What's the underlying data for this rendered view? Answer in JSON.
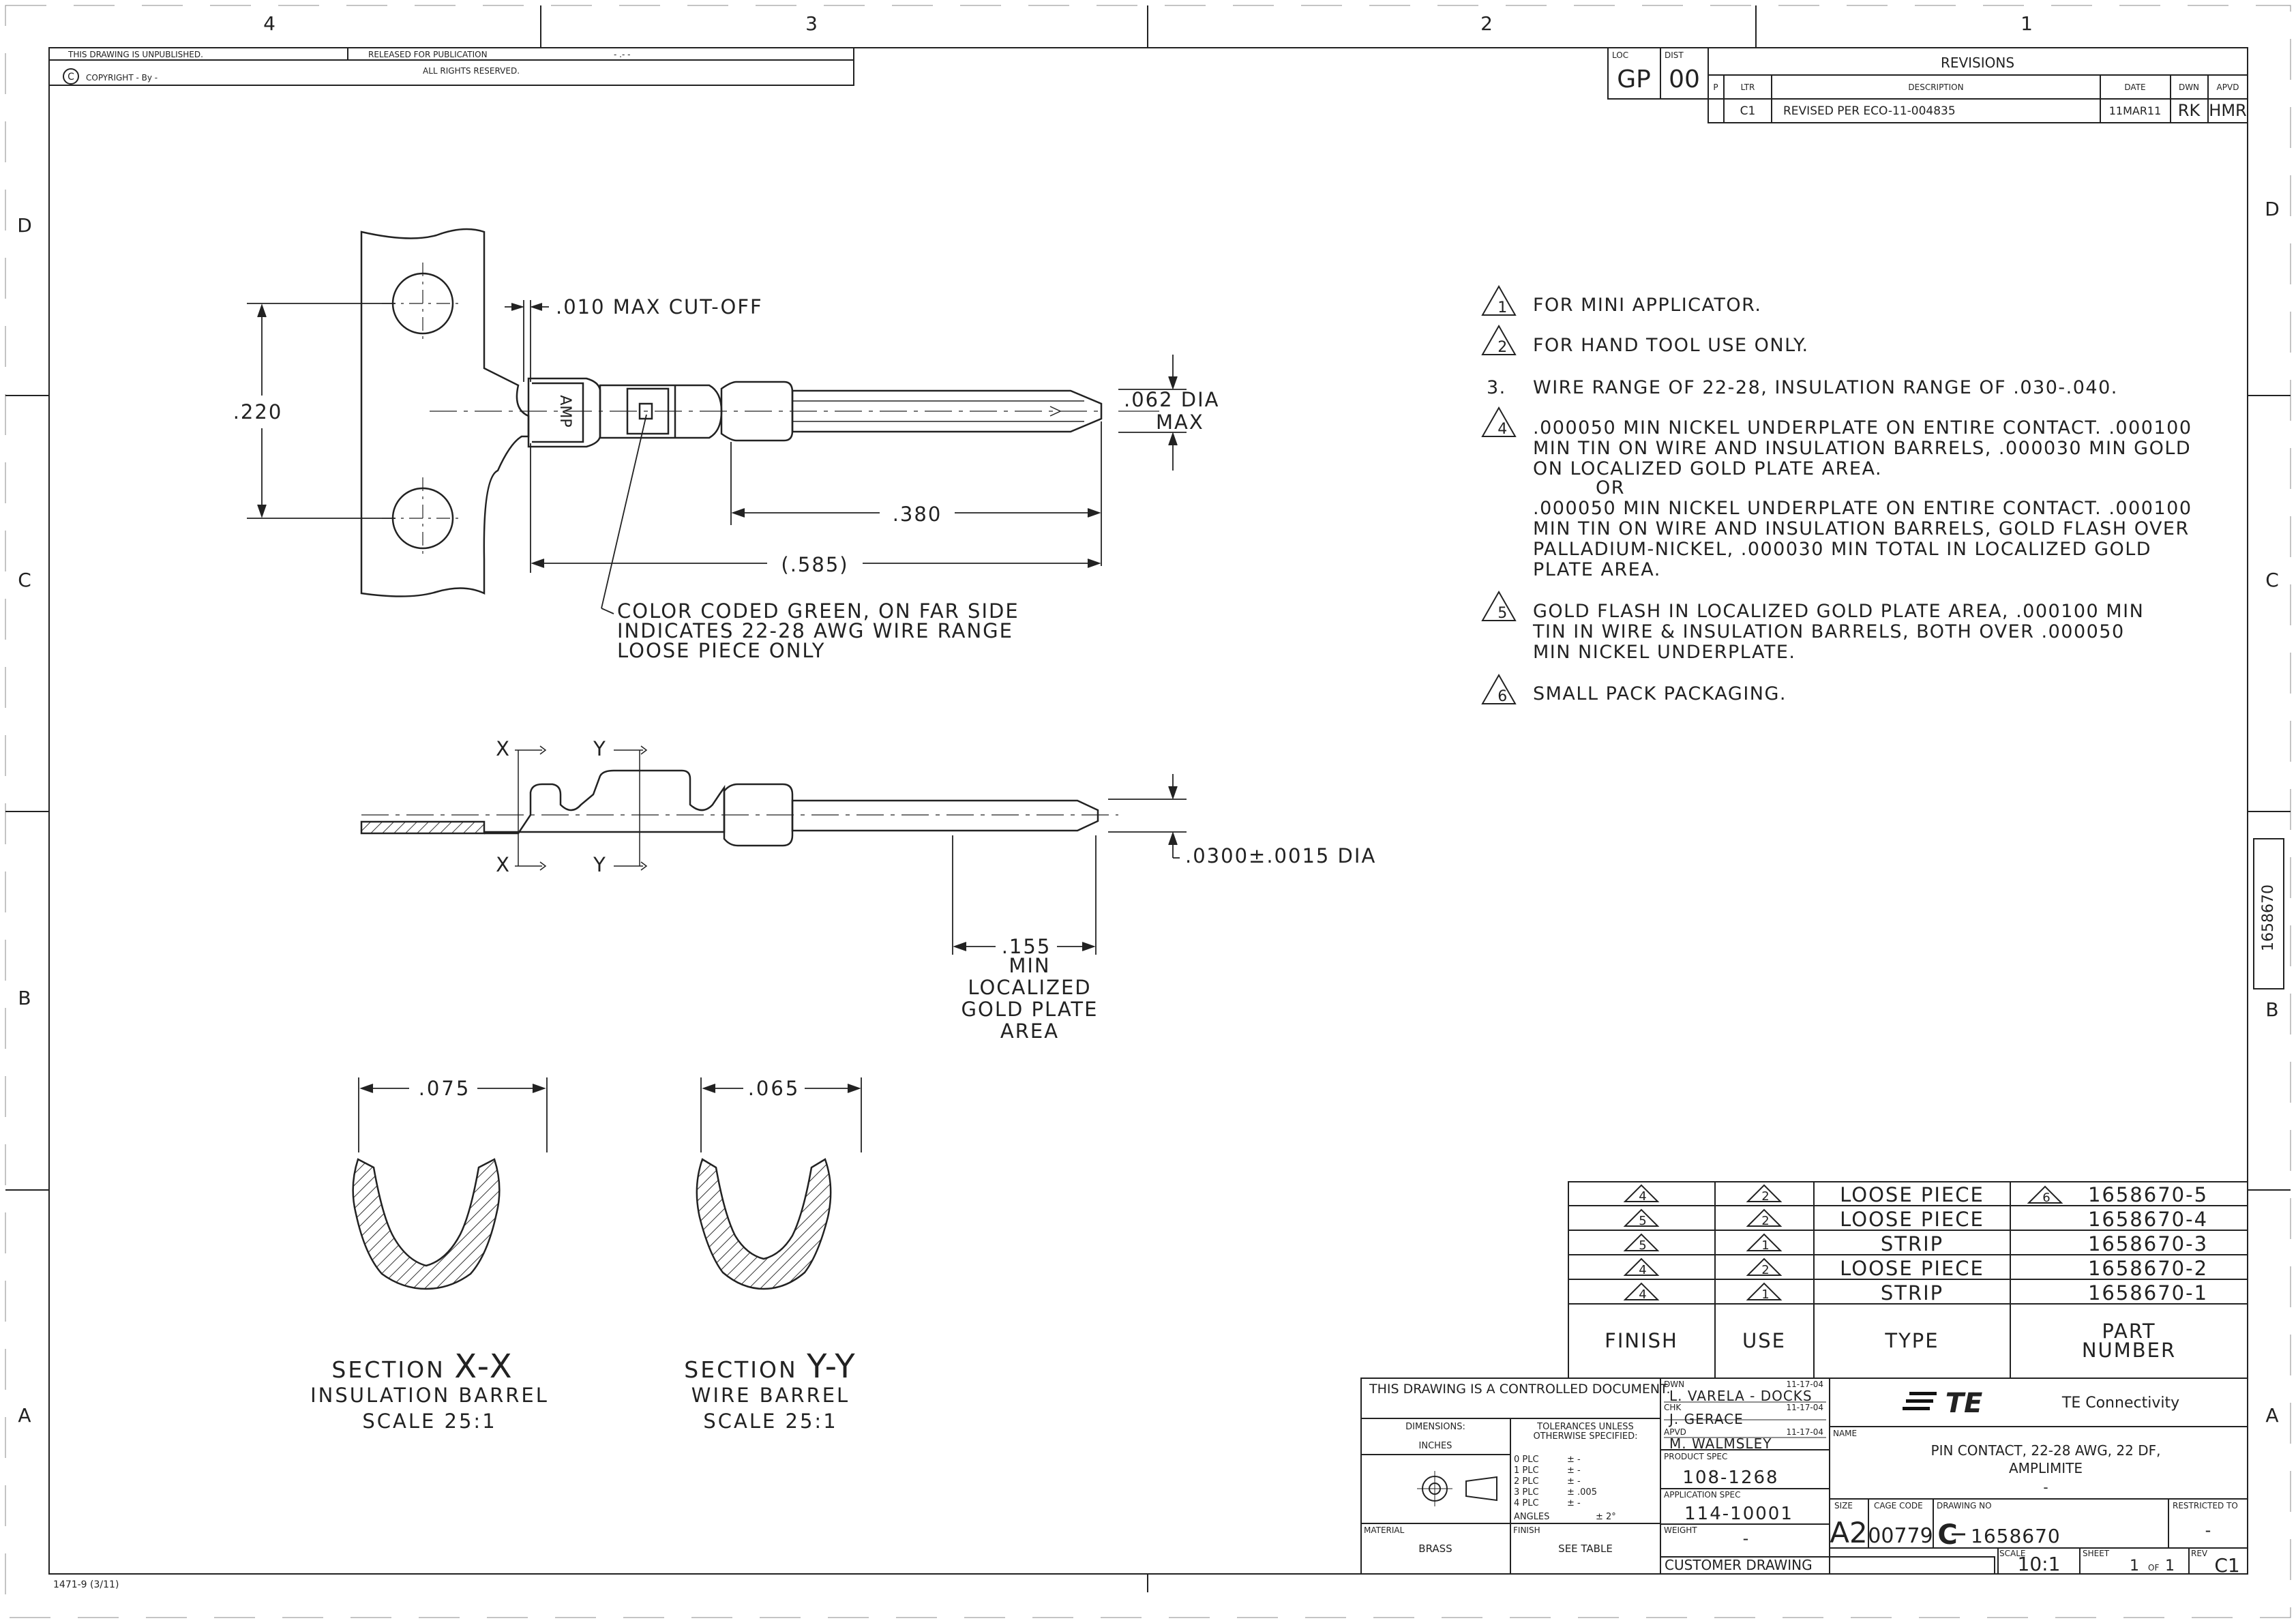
{
  "zones": {
    "cols": [
      "4",
      "3",
      "2",
      "1"
    ],
    "rows_left": [
      "D",
      "C",
      "B",
      "A"
    ],
    "rows_right": [
      "D",
      "C",
      "B",
      "A"
    ]
  },
  "publication_block": {
    "unpublished": "THIS DRAWING IS UNPUBLISHED.",
    "released": "RELEASED FOR PUBLICATION",
    "released_value": "- .-  -",
    "copyright": "COPYRIGHT  -    By  -",
    "rights": "ALL RIGHTS RESERVED."
  },
  "loc_dist": {
    "loc_label": "LOC",
    "loc": "GP",
    "dist_label": "DIST",
    "dist": "00"
  },
  "revisions": {
    "title": "REVISIONS",
    "headers": {
      "p": "P",
      "ltr": "LTR",
      "description": "DESCRIPTION",
      "date": "DATE",
      "dwn": "DWN",
      "apvd": "APVD"
    },
    "row": {
      "ltr": "C1",
      "description": "REVISED PER ECO-11-004835",
      "date": "11MAR11",
      "dwn": "RK",
      "apvd": "HMR"
    }
  },
  "top_view": {
    "dim_cutoff": ".010 MAX CUT-OFF",
    "dim_pitch": ".220",
    "mark_text": "AMP",
    "dim_dia": ".062 DIA",
    "dim_dia_max": "MAX",
    "dim_380": ".380",
    "dim_585": "(.585)",
    "note_line1": "COLOR CODED GREEN, ON FAR SIDE",
    "note_line2": "INDICATES 22-28 AWG WIRE RANGE",
    "note_line3": "LOOSE PIECE ONLY"
  },
  "side_view": {
    "x_label": "X",
    "y_label": "Y",
    "dim_pin_dia": ".0300±.0015 DIA",
    "dim_155": ".155",
    "dim_155_l2": "MIN",
    "dim_155_l3": "LOCALIZED",
    "dim_155_l4": "GOLD PLATE",
    "dim_155_l5": "AREA"
  },
  "sections": {
    "xx_dim": ".075",
    "xx_title_a": "SECTION",
    "xx_title_b": "X-X",
    "xx_sub": "INSULATION BARREL",
    "xx_scale": "SCALE 25:1",
    "yy_dim": ".065",
    "yy_title_a": "SECTION",
    "yy_title_b": "Y-Y",
    "yy_sub": "WIRE BARREL",
    "yy_scale": "SCALE 25:1"
  },
  "notes": [
    {
      "flag": "1",
      "lines": [
        "FOR MINI APPLICATOR."
      ]
    },
    {
      "flag": "2",
      "lines": [
        "FOR HAND TOOL USE ONLY."
      ]
    },
    {
      "num": "3.",
      "lines": [
        "WIRE RANGE OF 22-28, INSULATION RANGE OF .030-.040."
      ]
    },
    {
      "flag": "4",
      "lines": [
        ".000050 MIN NICKEL UNDERPLATE ON ENTIRE CONTACT. .000100",
        "MIN TIN ON WIRE AND INSULATION BARRELS, .000030 MIN GOLD",
        "ON LOCALIZED GOLD PLATE AREA.",
        "OR",
        ".000050 MIN NICKEL UNDERPLATE ON ENTIRE CONTACT. .000100",
        "MIN TIN ON WIRE AND INSULATION BARRELS, GOLD FLASH OVER",
        "PALLADIUM-NICKEL, .000030 MIN TOTAL IN LOCALIZED GOLD",
        "PLATE AREA."
      ]
    },
    {
      "flag": "5",
      "lines": [
        "GOLD FLASH IN LOCALIZED GOLD PLATE AREA, .000100 MIN",
        "TIN IN WIRE & INSULATION BARRELS, BOTH OVER .000050",
        "MIN NICKEL UNDERPLATE."
      ]
    },
    {
      "flag": "6",
      "lines": [
        "SMALL PACK PACKAGING."
      ]
    }
  ],
  "part_table": {
    "headers": {
      "finish": "FINISH",
      "use": "USE",
      "type": "TYPE",
      "part_a": "PART",
      "part_b": "NUMBER"
    },
    "rows": [
      {
        "finish": "4",
        "use": "2",
        "type": "LOOSE PIECE",
        "flag": "6",
        "part": "1658670-5"
      },
      {
        "finish": "5",
        "use": "2",
        "type": "LOOSE PIECE",
        "flag": "",
        "part": "1658670-4"
      },
      {
        "finish": "5",
        "use": "1",
        "type": "STRIP",
        "flag": "",
        "part": "1658670-3"
      },
      {
        "finish": "4",
        "use": "2",
        "type": "LOOSE PIECE",
        "flag": "",
        "part": "1658670-2"
      },
      {
        "finish": "4",
        "use": "1",
        "type": "STRIP",
        "flag": "",
        "part": "1658670-1"
      }
    ]
  },
  "title_block": {
    "controlled": "THIS DRAWING IS A CONTROLLED DOCUMENT.",
    "dimensions_label": "DIMENSIONS:",
    "dimensions_value": "INCHES",
    "tolerances_l1": "TOLERANCES UNLESS",
    "tolerances_l2": "OTHERWISE SPECIFIED:",
    "tol_rows": [
      {
        "plc": "0 PLC",
        "val": "±  -"
      },
      {
        "plc": "1 PLC",
        "val": "±  -"
      },
      {
        "plc": "2 PLC",
        "val": "±  -"
      },
      {
        "plc": "3 PLC",
        "val": "±  .005"
      },
      {
        "plc": "4 PLC",
        "val": "±  -"
      },
      {
        "plc": "ANGLES",
        "val": "± 2°"
      }
    ],
    "material_label": "MATERIAL",
    "material": "BRASS",
    "finish_label": "FINISH",
    "finish": "SEE TABLE",
    "dwn_label": "DWN",
    "dwn_date": "11-17-04",
    "dwn_name": "L. VARELA - DOCKS",
    "chk_label": "CHK",
    "chk_date": "11-17-04",
    "chk_name": "J. GERACE",
    "apvd_label": "APVD",
    "apvd_date": "11-17-04",
    "apvd_name": "M. WALMSLEY",
    "product_spec_label": "PRODUCT SPEC",
    "product_spec": "108-1268",
    "application_spec_label": "APPLICATION SPEC",
    "application_spec": "114-10001",
    "weight_label": "WEIGHT",
    "weight": "-",
    "customer_drawing": "CUSTOMER DRAWING",
    "logo_text": "TE",
    "company": "TE Connectivity",
    "name_label": "NAME",
    "name_l1": "PIN CONTACT, 22-28 AWG, 22 DF,",
    "name_l2": "AMPLIMITE",
    "name_l3": "-",
    "size_label": "SIZE",
    "size": "A2",
    "cage_label": "CAGE CODE",
    "cage": "00779",
    "dwg_label": "DRAWING NO",
    "dwg_prefix": "C",
    "dwg": "1658670",
    "restricted_label": "RESTRICTED TO",
    "restricted": "-",
    "scale_label": "SCALE",
    "scale": "10:1",
    "sheet_label": "SHEET",
    "sheet": "1",
    "of_label": "OF",
    "of": "1",
    "rev_label": "REV",
    "rev": "C1"
  },
  "side_tab": "1658670",
  "form_number": "1471-9  (3/11)"
}
